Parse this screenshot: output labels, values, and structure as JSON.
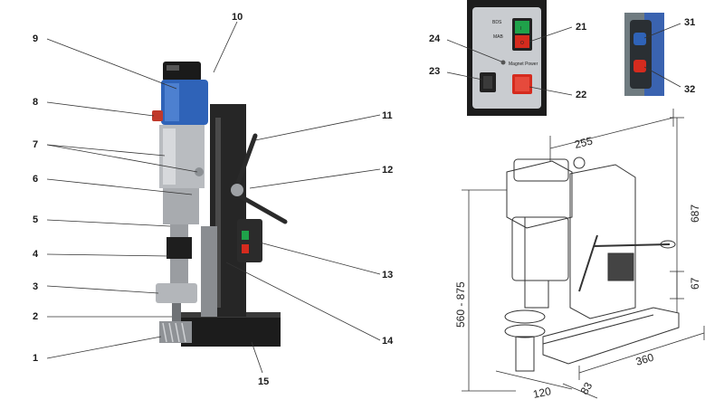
{
  "callouts": {
    "c1": "1",
    "c2": "2",
    "c3": "3",
    "c4": "4",
    "c5": "5",
    "c6": "6",
    "c7": "7",
    "c8": "8",
    "c9": "9",
    "c10": "10",
    "c11": "11",
    "c12": "12",
    "c13": "13",
    "c14": "14",
    "c15": "15",
    "c21": "21",
    "c22": "22",
    "c23": "23",
    "c24": "24",
    "c31": "31",
    "c32": "32"
  },
  "control_panel": {
    "brand": "BDS",
    "model": "MAB",
    "switch_on": "I",
    "switch_off": "O",
    "magnet_label": "Magnet Power"
  },
  "dimensions": {
    "width": "255",
    "height": "687",
    "stroke": "67",
    "base_height": "560 - 875",
    "base_length": "360",
    "base_width": "120",
    "offset": "83"
  },
  "colors": {
    "motor_blue": "#2f63b8",
    "body_dark": "#1f1f1f",
    "silver": "#b9bcc0",
    "button_green": "#1fa24a",
    "button_red": "#d52b1e"
  }
}
